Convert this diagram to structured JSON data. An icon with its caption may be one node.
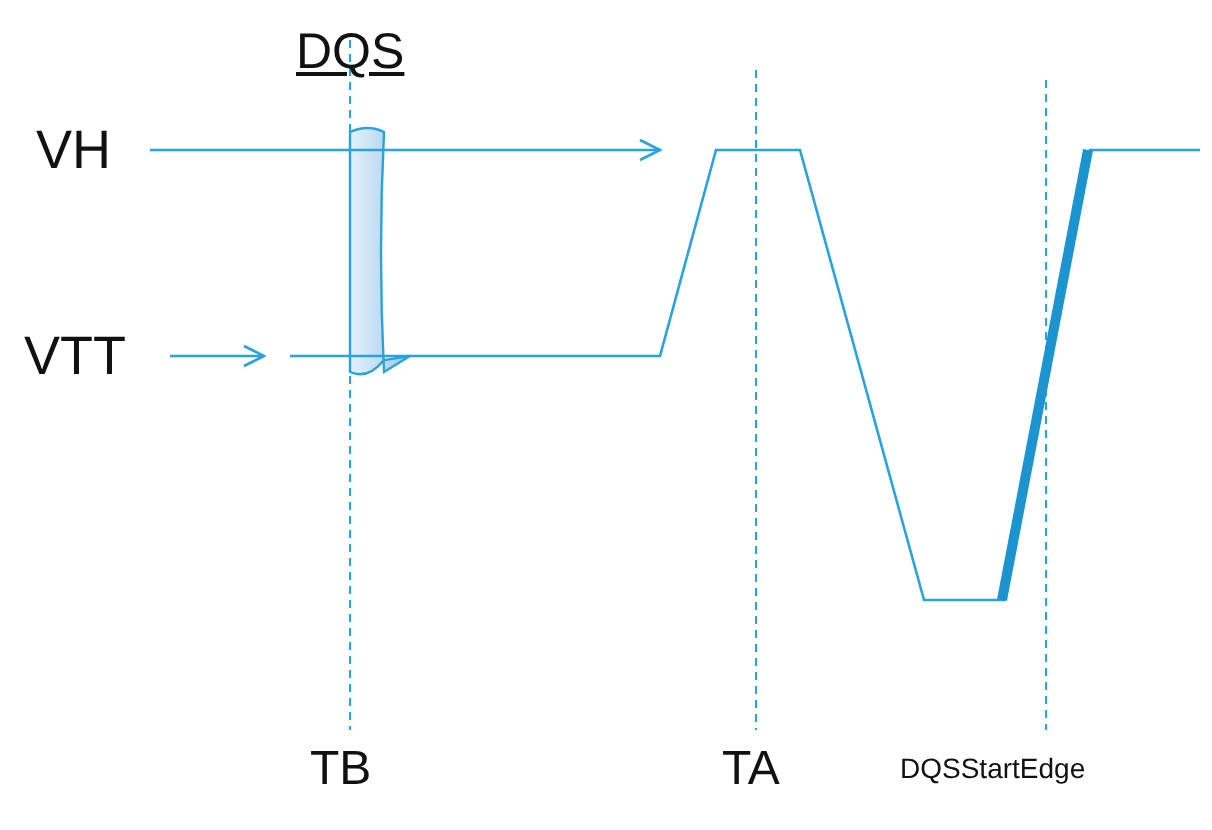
{
  "diagram": {
    "labels": [
      "DQS",
      "VH",
      "VTT",
      "TB",
      "TA",
      "DQSStartEdge"
    ]
  }
}
